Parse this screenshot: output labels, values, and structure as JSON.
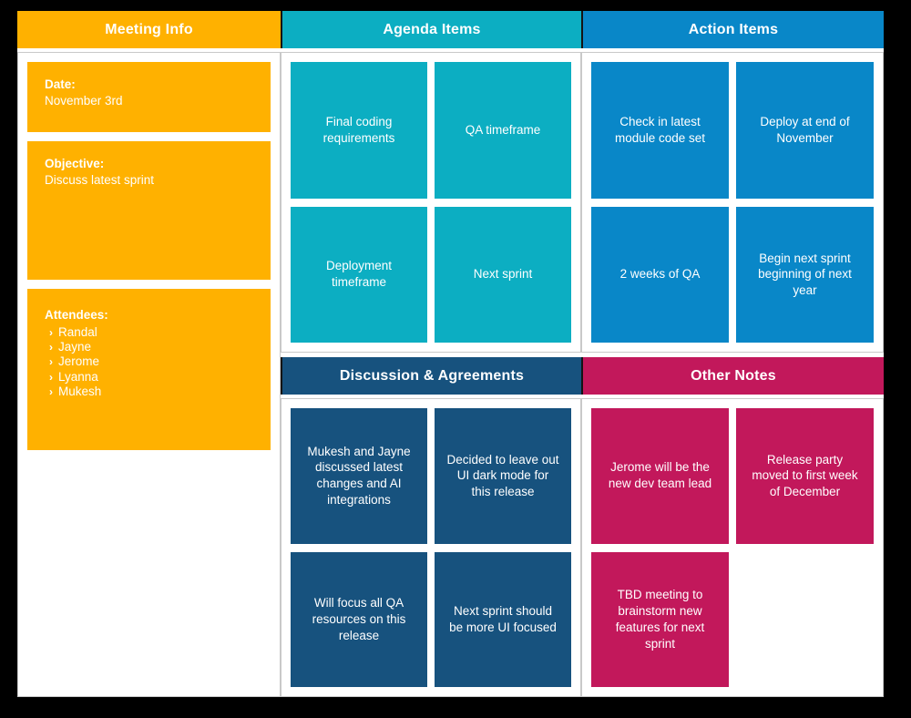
{
  "colors": {
    "page_background": "#000000",
    "board_background": "#ffffff",
    "orange": "#FFB100",
    "teal": "#0CAEC2",
    "blue": "#0987C8",
    "navy": "#17527E",
    "crimson": "#C2185B",
    "card_text": "#ffffff",
    "panel_border": "#c9c9c9"
  },
  "icons": {
    "attendee_bullet": "›"
  },
  "sections": {
    "meeting_info": {
      "title": "Meeting Info",
      "cards": [
        {
          "label": "Date:",
          "text": "November 3rd"
        },
        {
          "label": "Objective:",
          "text": "Discuss latest sprint"
        },
        {
          "label": "Attendees:",
          "list": [
            "Randal",
            "Jayne",
            "Jerome",
            "Lyanna",
            "Mukesh"
          ]
        }
      ]
    },
    "agenda": {
      "title": "Agenda Items",
      "cards": [
        "Final coding requirements",
        "QA timeframe",
        "Deployment timeframe",
        "Next sprint"
      ]
    },
    "action_items": {
      "title": "Action Items",
      "cards": [
        "Check in latest module code set",
        "Deploy at end of November",
        "2 weeks of QA",
        "Begin next sprint beginning of next year"
      ]
    },
    "discussion": {
      "title": "Discussion & Agreements",
      "cards": [
        "Mukesh and Jayne discussed latest changes and AI integrations",
        "Decided to leave out UI dark mode for this release",
        "Will focus all QA resources on this release",
        "Next sprint should be more UI focused"
      ]
    },
    "other_notes": {
      "title": "Other Notes",
      "cards": [
        "Jerome will be the new dev team lead",
        "Release party moved to first week of December",
        "TBD meeting to brainstorm new features for next sprint"
      ]
    }
  }
}
